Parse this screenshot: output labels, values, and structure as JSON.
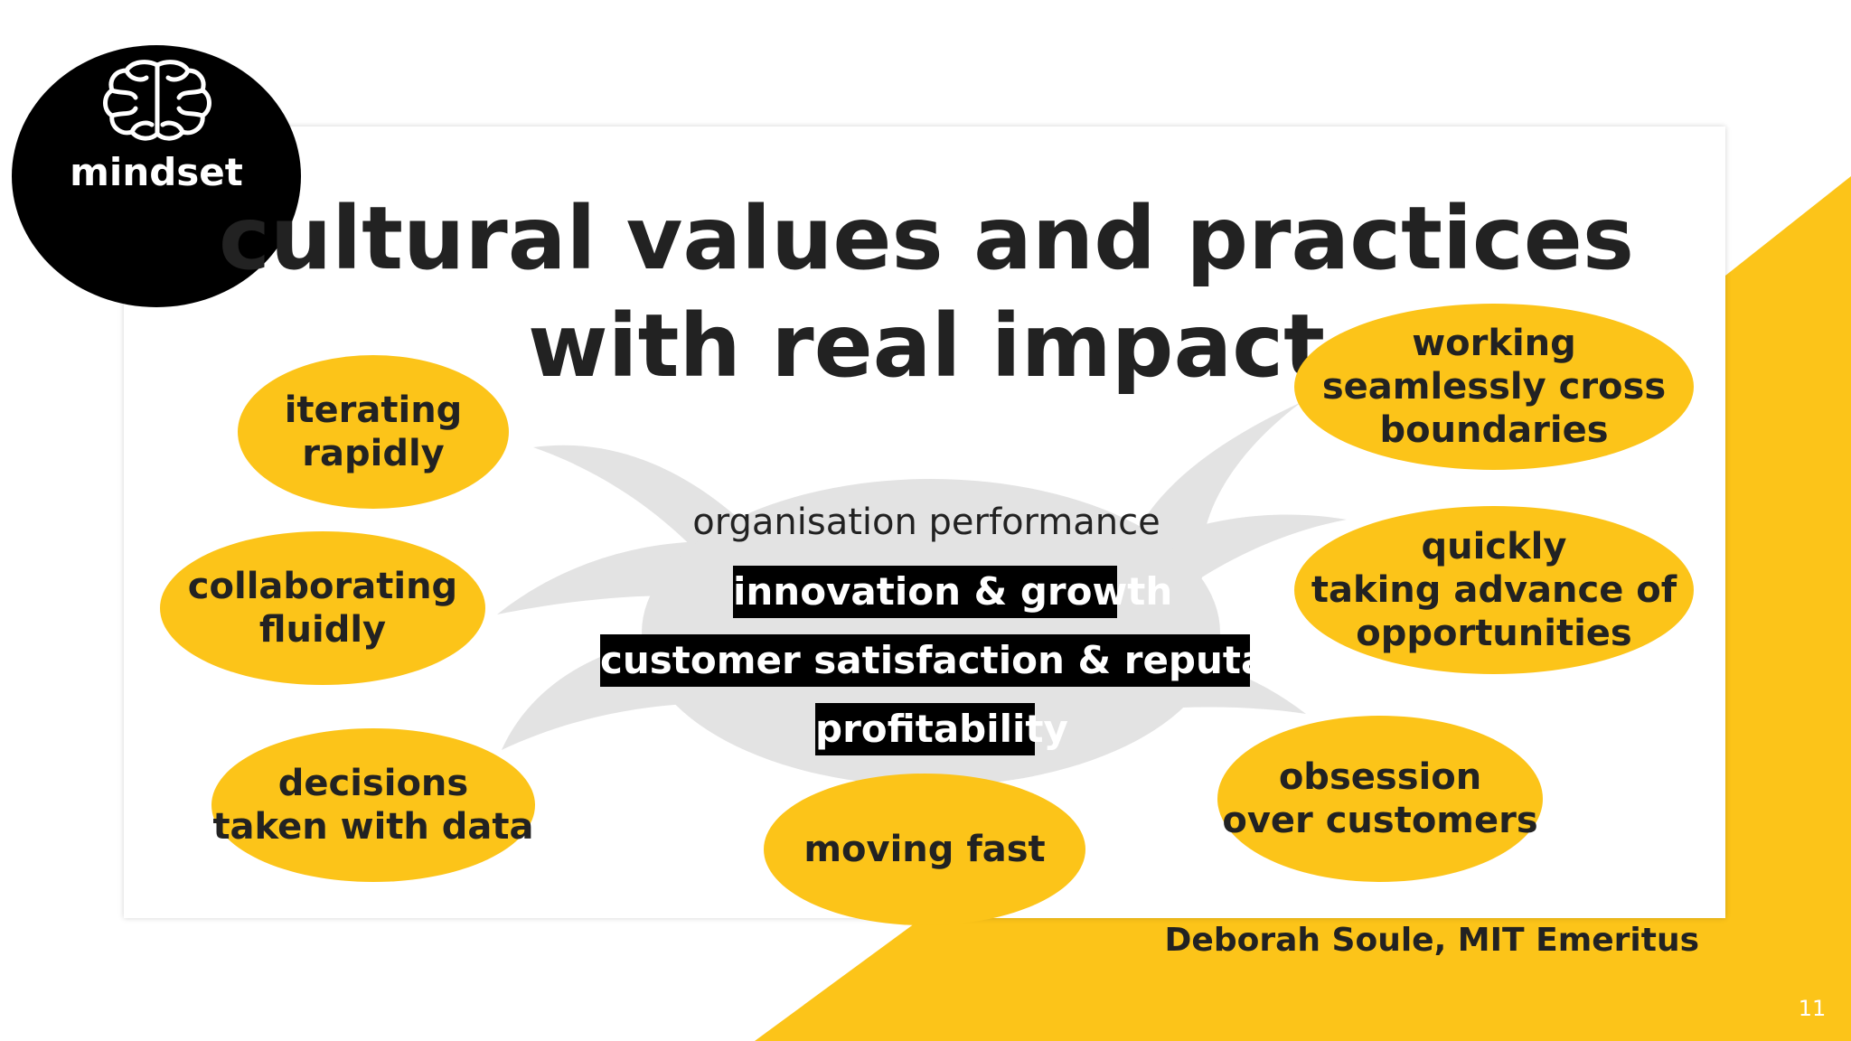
{
  "logo": {
    "label": "mindset",
    "icon": "brain-icon"
  },
  "title": {
    "line1": "cultural values and practices",
    "line2": "with real impact"
  },
  "practices": {
    "iterating": "iterating\nrapidly",
    "collaborating": "collaborating\nfluidly",
    "decisions": "decisions\ntaken with data",
    "moving": "moving fast",
    "obsession": "obsession\nover customers",
    "opportunities": "quickly\ntaking advance of\nopportunities",
    "boundaries": "working\nseamlessly cross\nboundaries"
  },
  "outcomes": {
    "heading": "organisation performance",
    "items": [
      "innovation & growth",
      "customer satisfaction & reputation",
      "profitability"
    ]
  },
  "credit": "Deborah Soule, MIT Emeritus",
  "page_number": "11",
  "colors": {
    "accent": "#fcc419",
    "dark": "#000000",
    "arrows": "#e3e3e3",
    "text": "#222222"
  }
}
